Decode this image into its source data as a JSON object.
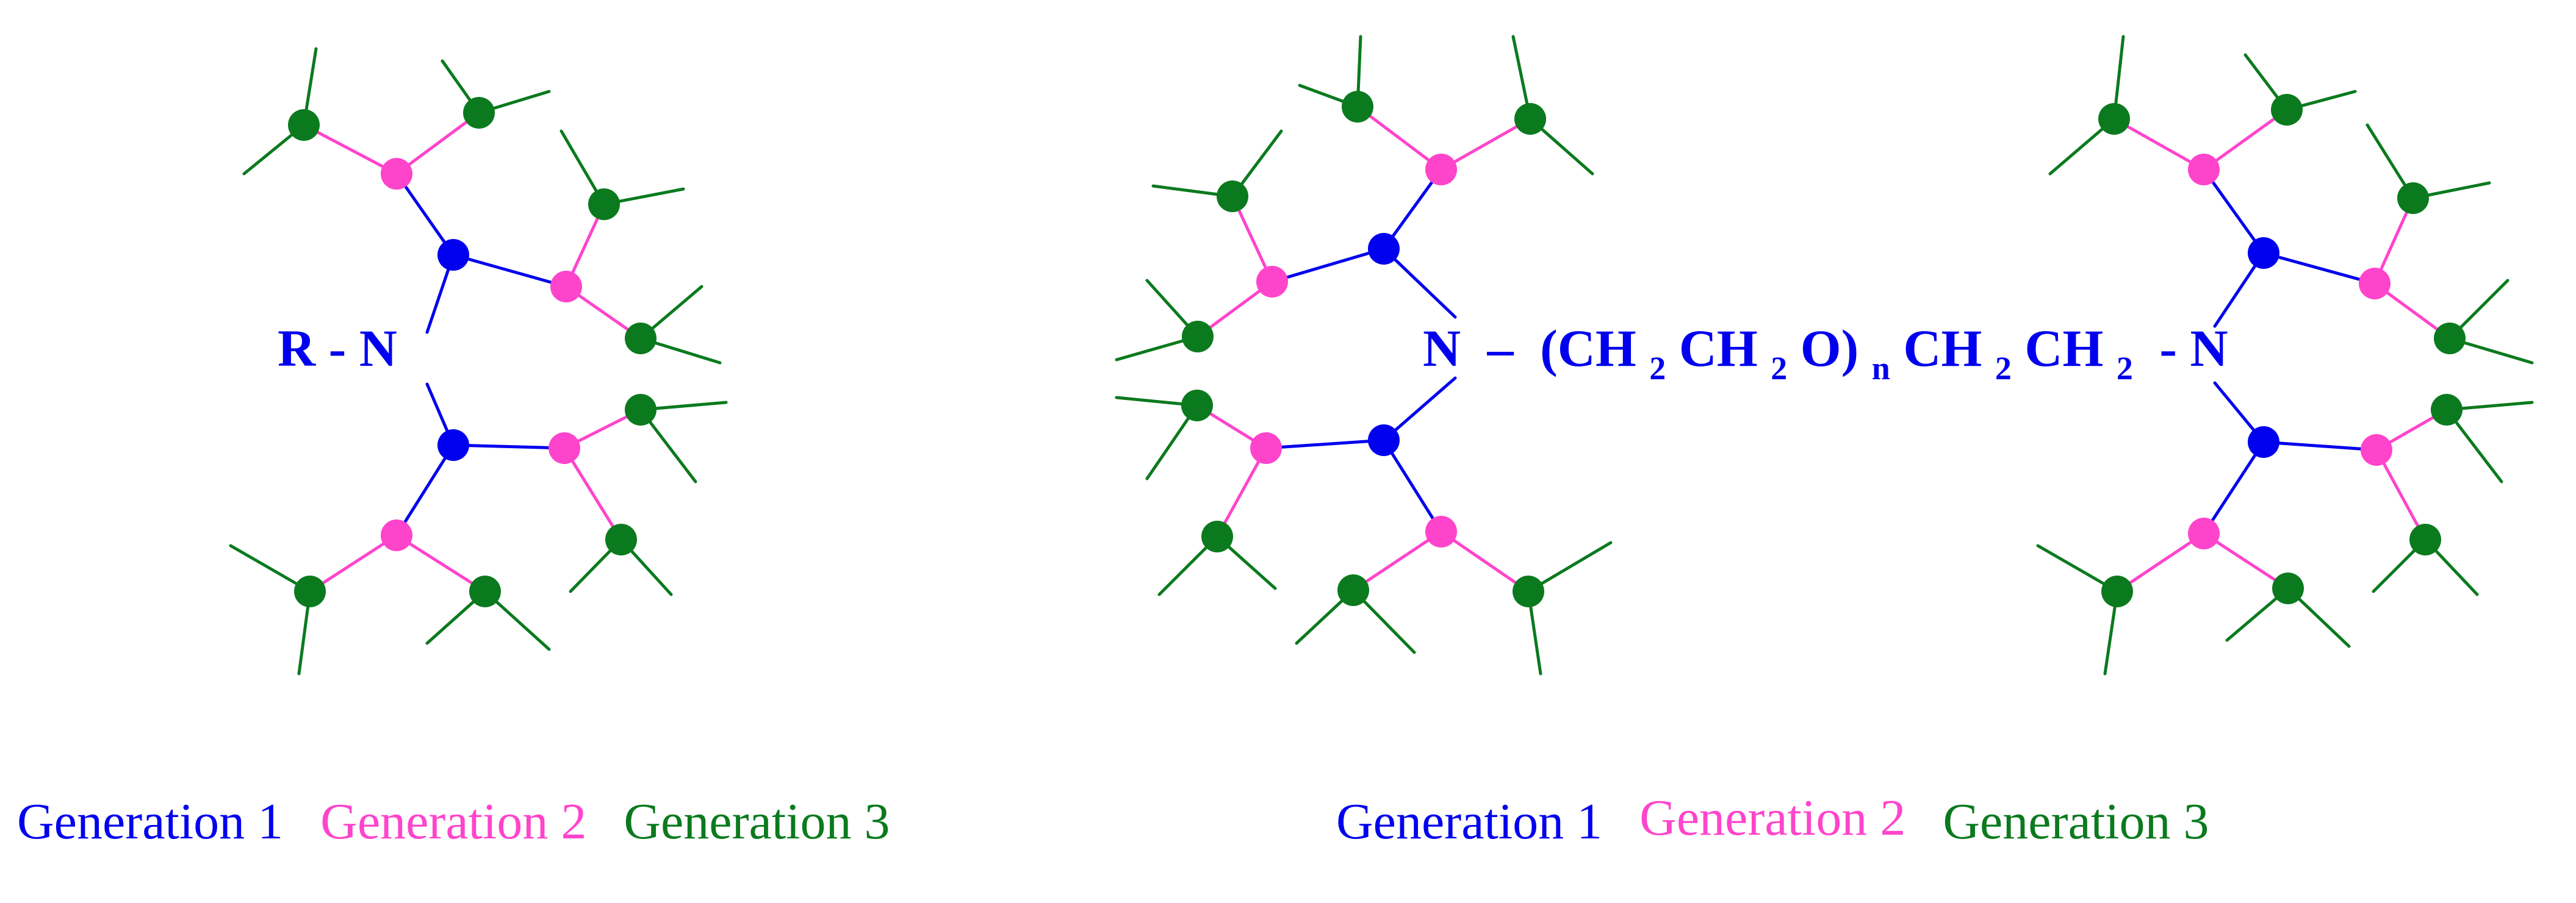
{
  "colors": {
    "generation_1": "#0000ee",
    "generation_2": "#ff44cc",
    "generation_3": "#0b7a1e",
    "label": "#0000ee"
  },
  "left_structure": {
    "core_label": "R - N"
  },
  "right_structure": {
    "left_n": "N",
    "dash": "–",
    "paren_open": "(CH",
    "sub_2a": "2",
    "ch_b": "CH",
    "sub_2b": "2",
    "o_close": "O)",
    "sub_n": "n",
    "ch_c": "CH",
    "sub_2c": "2",
    "ch_d": "CH",
    "sub_2d": "2",
    "right_n": "- N"
  },
  "legend_left": {
    "gen1": "Generation 1",
    "gen2": "Generation 2",
    "gen3": "Generation 3"
  },
  "legend_right": {
    "gen1": "Generation 1",
    "gen2": "Generation 2",
    "gen3": "Generation 3"
  }
}
